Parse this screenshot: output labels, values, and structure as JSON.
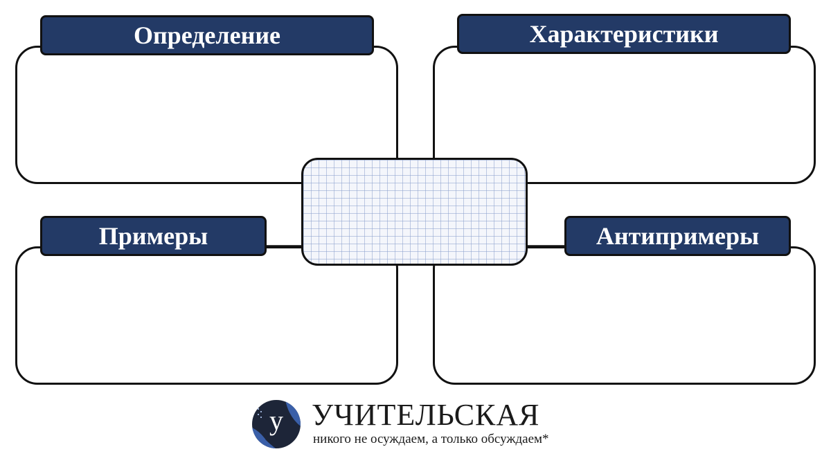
{
  "quadrants": {
    "top_left": {
      "title": "Определение"
    },
    "top_right": {
      "title": "Характеристики"
    },
    "bottom_left": {
      "title": "Примеры"
    },
    "bottom_right": {
      "title": "Антипримеры"
    }
  },
  "center": {
    "text": ""
  },
  "logo": {
    "title": "УЧИТЕЛЬСКАЯ",
    "tagline": "никого не осуждаем, а только обсуждаем*",
    "letter": "у"
  },
  "colors": {
    "label_bg": "#233a66",
    "label_text": "#ffffff",
    "outline": "#111111",
    "logo_circle": "#1d2538",
    "logo_accent": "#3a5fa8"
  }
}
